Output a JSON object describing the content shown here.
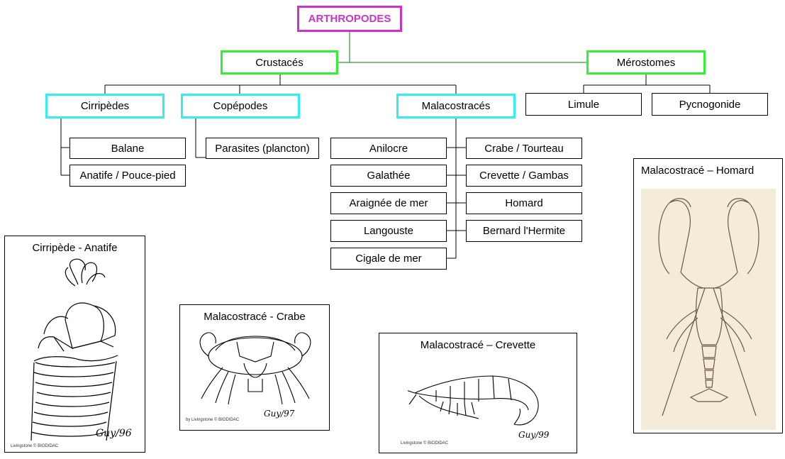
{
  "tree": {
    "root": "ARTHROPODES",
    "crustaces": "Crustacés",
    "merostomes": "Mérostomes",
    "cirripedes": "Cirripèdes",
    "copepodes": "Copépodes",
    "malacostraces": "Malacostracés",
    "limule": "Limule",
    "pycnogonide": "Pycnogonide",
    "balane": "Balane",
    "anatife": "Anatife / Pouce-pied",
    "parasites": "Parasites (plancton)",
    "mala_left": [
      "Anilocre",
      "Galathée",
      "Araignée de mer",
      "Langouste",
      "Cigale de mer"
    ],
    "mala_right": [
      "Crabe / Tourteau",
      "Crevette / Gambas",
      "Homard",
      "Bernard l'Hermite"
    ]
  },
  "colors": {
    "root_border": "#cc33cc",
    "group_border": "#33ee33",
    "sub_border": "#33eeee",
    "line_green": "#008000"
  },
  "panels": {
    "anatife": {
      "caption": "Cirripède - Anatife",
      "signature": "Guy/96",
      "credit": "Livingstone © BIODIDAC"
    },
    "crabe": {
      "caption": "Malacostracé - Crabe",
      "signature": "Guy/97",
      "credit": "by Livingstone © BIODIDAC"
    },
    "crevette": {
      "caption": "Malacostracé – Crevette",
      "signature": "Guy/99",
      "credit": "Livingstone © BIODIDAC"
    },
    "homard": {
      "caption": "Malacostracé – Homard"
    }
  }
}
